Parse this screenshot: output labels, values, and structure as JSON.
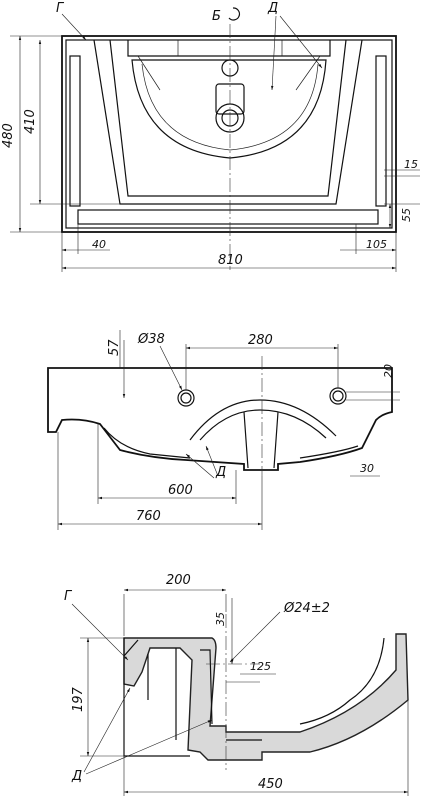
{
  "top_view": {
    "section_mark": "Б",
    "letter_g": "Г",
    "letter_d": "Д",
    "dim_480": "480",
    "dim_410": "410",
    "dim_15": "15",
    "dim_55": "55",
    "dim_40": "40",
    "dim_105": "105",
    "dim_810": "810"
  },
  "front_view": {
    "dim_57": "57",
    "dim_38": "Ø38",
    "dim_280": "280",
    "dim_20": "20",
    "dim_30": "30",
    "dim_600": "600",
    "dim_760": "760",
    "letter_d": "Д"
  },
  "section_view": {
    "dim_200": "200",
    "dim_35": "35",
    "dim_24": "Ø24±2",
    "dim_125": "125",
    "dim_197": "197",
    "dim_450": "450",
    "letter_g": "Г",
    "letter_d": "Д"
  }
}
